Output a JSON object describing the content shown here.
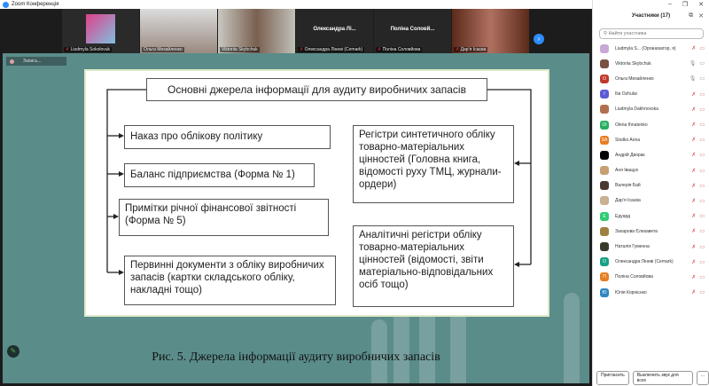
{
  "app": {
    "title": "Zoom Конференція"
  },
  "videos": [
    {
      "name": "Liudmyla Sokolovuk",
      "muted": true
    },
    {
      "name": "Ольга Михайленко",
      "muted": false
    },
    {
      "name": "Viktoriia Skybchuk",
      "muted": false
    },
    {
      "name": "Олександра Ліневі (Cemark)",
      "big": "Олександра Лі...",
      "muted": true
    },
    {
      "name": "Поліна Соловйова",
      "big": "Поліна Соловй...",
      "muted": true
    },
    {
      "name": "Дарʼя Ісаєва",
      "muted": true
    }
  ],
  "share": {
    "view_label": "Запись..."
  },
  "slide": {
    "title": "Основні джерела інформації для аудиту виробничих запасів",
    "left": [
      "Наказ про облікову політику",
      "Баланс підприємства (Форма № 1)",
      "Примітки річної фінансової звітності (Форма № 5)",
      "Первинні документи з обліку виробничих запасів (картки складського обліку, накладні тощо)"
    ],
    "right": [
      "Регістри синтетичного обліку товарно-матеріальних цінностей (Головна книга, відомості руху ТМЦ, журнали-ордери)",
      "Аналітичні регістри обліку товарно-матеріальних цінностей (відомості, звіти матеріально-відповідальних осіб тощо)"
    ],
    "caption": "Рис. 5.  Джерела інформації аудиту виробничих запасів"
  },
  "panel": {
    "title": "Участники (17)",
    "search_placeholder": "Найти участника",
    "participants": [
      {
        "name": "Liudmyla S... (Организатор, я)",
        "initials": "",
        "color": "#c9a8d8"
      },
      {
        "name": "Viktoriia Skybchuk",
        "initials": "",
        "color": "#7a5040"
      },
      {
        "name": "Ольга Михайленко",
        "initials": "О",
        "color": "#c0392b"
      },
      {
        "name": "Ilia Ozhulai",
        "initials": "I",
        "color": "#5b5bd6"
      },
      {
        "name": "Liudmyla Dakhnovska",
        "initials": "",
        "color": "#b07050"
      },
      {
        "name": "Olena Ihnatenko",
        "initials": "OI",
        "color": "#27ae60"
      },
      {
        "name": "Slodko Anna",
        "initials": "SA",
        "color": "#e67e22"
      },
      {
        "name": "Андрій Дворак",
        "initials": "",
        "color": "#000000"
      },
      {
        "name": "Аня Іващук",
        "initials": "",
        "color": "#c8a070"
      },
      {
        "name": "Валерія Бай",
        "initials": "",
        "color": "#4a3a30"
      },
      {
        "name": "Дарʼя Ісаєва",
        "initials": "",
        "color": "#c8b090"
      },
      {
        "name": "Едуард",
        "initials": "Е",
        "color": "#2ecc71"
      },
      {
        "name": "Захарова Єлизавета",
        "initials": "",
        "color": "#a08040"
      },
      {
        "name": "Наталія Гуменна",
        "initials": "",
        "color": "#3a3a2a"
      },
      {
        "name": "Олександра Ліневі (Cemark)",
        "initials": "О",
        "color": "#16a085"
      },
      {
        "name": "Поліна Соловйова",
        "initials": "П",
        "color": "#e67e22"
      },
      {
        "name": "Юлія Корнієнко",
        "initials": "Ю",
        "color": "#2e86c1"
      }
    ],
    "invite_label": "Пригласить",
    "mute_all_label": "Выключить звук для всех",
    "more_label": "..."
  }
}
